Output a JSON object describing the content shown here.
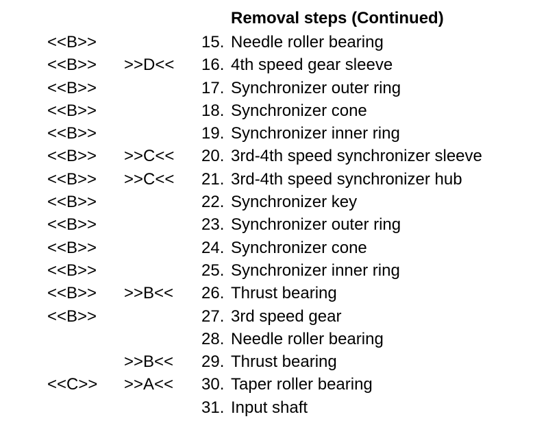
{
  "heading": "Removal steps (Continued)",
  "steps": [
    {
      "mark_b": "<<B>>",
      "mark_c": "",
      "num": "15.",
      "text": "Needle roller bearing"
    },
    {
      "mark_b": "<<B>>",
      "mark_c": ">>D<<",
      "num": "16.",
      "text": "4th speed gear sleeve"
    },
    {
      "mark_b": "<<B>>",
      "mark_c": "",
      "num": "17.",
      "text": "Synchronizer outer ring"
    },
    {
      "mark_b": "<<B>>",
      "mark_c": "",
      "num": "18.",
      "text": "Synchronizer cone"
    },
    {
      "mark_b": "<<B>>",
      "mark_c": "",
      "num": "19.",
      "text": "Synchronizer inner ring"
    },
    {
      "mark_b": "<<B>>",
      "mark_c": ">>C<<",
      "num": "20.",
      "text": "3rd-4th speed synchronizer sleeve"
    },
    {
      "mark_b": "<<B>>",
      "mark_c": ">>C<<",
      "num": "21.",
      "text": "3rd-4th speed synchronizer hub"
    },
    {
      "mark_b": "<<B>>",
      "mark_c": "",
      "num": "22.",
      "text": "Synchronizer key"
    },
    {
      "mark_b": "<<B>>",
      "mark_c": "",
      "num": "23.",
      "text": "Synchronizer outer ring"
    },
    {
      "mark_b": "<<B>>",
      "mark_c": "",
      "num": "24.",
      "text": "Synchronizer cone"
    },
    {
      "mark_b": "<<B>>",
      "mark_c": "",
      "num": "25.",
      "text": "Synchronizer inner ring"
    },
    {
      "mark_b": "<<B>>",
      "mark_c": ">>B<<",
      "num": "26.",
      "text": "Thrust bearing"
    },
    {
      "mark_b": "<<B>>",
      "mark_c": "",
      "num": "27.",
      "text": "3rd speed gear"
    },
    {
      "mark_b": "",
      "mark_c": "",
      "num": "28.",
      "text": "Needle roller bearing"
    },
    {
      "mark_b": "",
      "mark_c": ">>B<<",
      "num": "29.",
      "text": "Thrust bearing"
    },
    {
      "mark_b": "<<C>>",
      "mark_c": ">>A<<",
      "num": "30.",
      "text": "Taper roller bearing"
    },
    {
      "mark_b": "",
      "mark_c": "",
      "num": "31.",
      "text": "Input shaft"
    }
  ]
}
